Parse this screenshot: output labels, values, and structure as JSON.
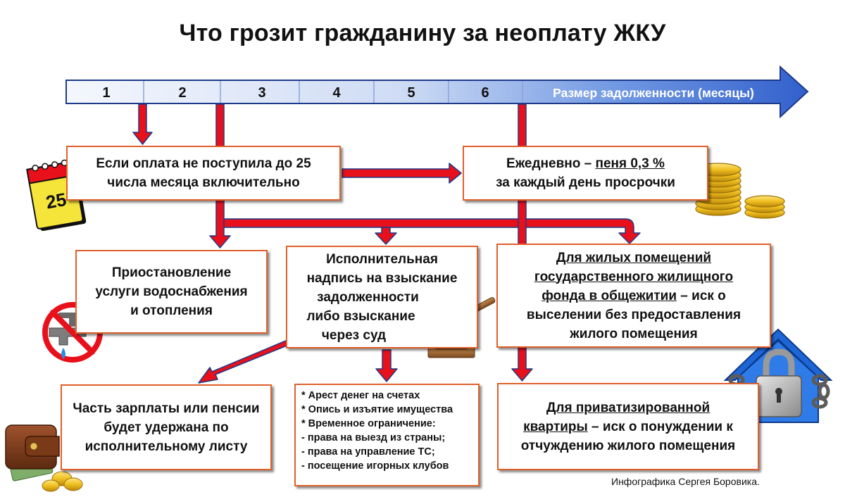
{
  "title": "Что грозит гражданину за неоплату ЖКУ",
  "timeline": {
    "months": [
      "1",
      "2",
      "3",
      "4",
      "5",
      "6"
    ],
    "axis_label": "Размер задолженности (месяцы)"
  },
  "calendar_day": "25",
  "boxes": {
    "deadline": {
      "line1": "Если оплата не поступила до 25",
      "line2": "числа месяца включительно"
    },
    "penalty": {
      "line1_prefix": "Ежедневно – ",
      "line1_link": "пеня 0,3 %",
      "line2": "за каждый день просрочки"
    },
    "suspend": {
      "line1": "Приостановление",
      "line2": "услуги водоснабжения",
      "line3": "и отопления"
    },
    "writ": {
      "line1": "Исполнительная",
      "line2": "надпись на взыскание",
      "line3": "задолженности",
      "line4": "либо взыскание",
      "line5": "через суд"
    },
    "eviction": {
      "line1": "Для жилых помещений",
      "line2": "государственного жилищного",
      "line3_u": "фонда в общежитии",
      "line3_rest": " – иск о",
      "line4": "выселении без предоставления",
      "line5": "жилого помещения"
    },
    "wages": {
      "line1": "Часть зарплаты или пенсии",
      "line2": "будет удержана по",
      "line3": "исполнительному листу"
    },
    "court_measures": [
      "* Арест денег на счетах",
      "* Опись и изъятие имущества",
      "* Временное ограничение:",
      "- права на выезд из страны;",
      "- права на управление ТС;",
      "- посещение игорных клубов"
    ],
    "privat": {
      "line1": "Для приватизированной",
      "line2_u": "квартиры",
      "line2_rest": " – иск о понуждении к",
      "line3": "отчуждению жилого помещения"
    }
  },
  "credit": "Инфографика Сергея Боровика.",
  "colors": {
    "arrow_red": "#e8101a",
    "arrow_outline": "#1f3a8a",
    "box_border": "#e0602a",
    "timeline_blue": "#3f6fd1",
    "coin_gold": "#f0c020"
  },
  "icons": [
    "calendar-icon",
    "no-water-tap-icon",
    "judge-gavel-icon",
    "coins-icon",
    "wallet-icon",
    "locked-house-icon"
  ]
}
